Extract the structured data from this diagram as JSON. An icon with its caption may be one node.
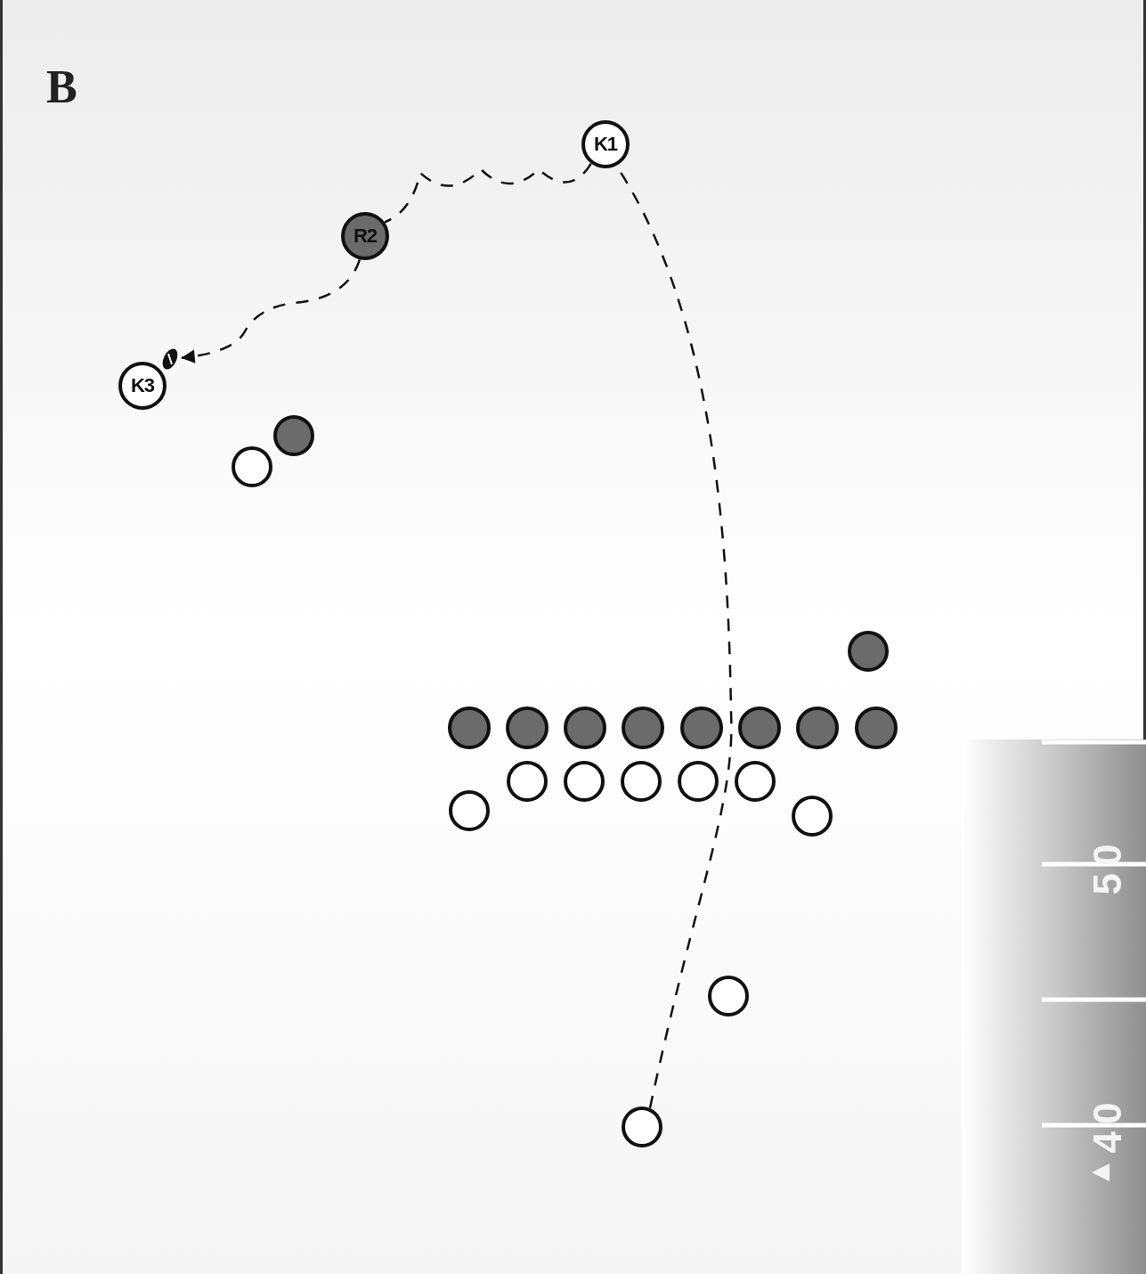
{
  "diagram": {
    "nodes": [
      {
        "text": [
          "K1"
        ]
      },
      {
        "text": [
          "R2"
        ]
      },
      {
        "text": [],
        "shape": "ball"
      },
      {
        "text": [
          "K3"
        ]
      },
      {
        "text": [],
        "shape": "circle"
      },
      {
        "text": [],
        "shape": "circle"
      },
      {
        "text": [],
        "shape": "circle"
      },
      {
        "text": [],
        "shape": "circle"
      },
      {
        "text": [],
        "shape": "circle"
      },
      {
        "text": [],
        "shape": "circle"
      },
      {
        "text": [],
        "shape": "circle"
      },
      {
        "text": [],
        "shape": "circle"
      },
      {
        "text": [],
        "shape": "circle"
      },
      {
        "text": [],
        "shape": "circle"
      },
      {
        "text": [],
        "shape": "circle"
      },
      {
        "text": [],
        "shape": "circle"
      },
      {
        "text": [],
        "shape": "circle"
      },
      {
        "text": [],
        "shape": "circle"
      },
      {
        "text": [],
        "shape": "circle"
      },
      {
        "text": [],
        "shape": "circle"
      },
      {
        "text": [],
        "shape": "circle"
      },
      {
        "text": [],
        "shape": "circle"
      },
      {
        "text": [],
        "shape": "circle"
      },
      {
        "text": [],
        "shape": "circle"
      }
    ],
    "edges": [
      {
        "from": 23,
        "to": 0,
        "arrow": "none",
        "style": "dashed"
      },
      {
        "from": 0,
        "to": 1,
        "arrow": "none",
        "style": "dashed"
      },
      {
        "from": 1,
        "to": 2,
        "arrow": "to",
        "style": "dashed"
      }
    ],
    "labels": [
      "B",
      "50",
      "40"
    ]
  }
}
